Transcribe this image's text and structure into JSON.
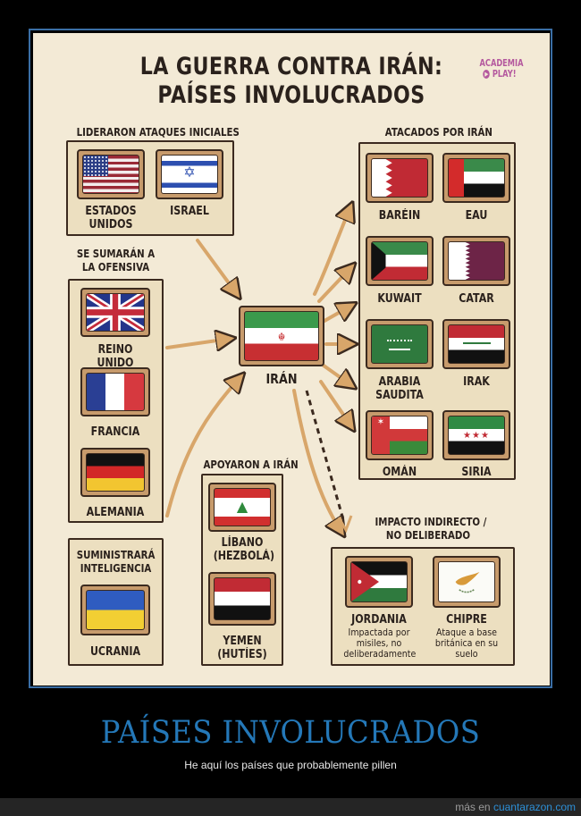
{
  "poster": {
    "title_line1": "LA GUERRA CONTRA IRÁN:",
    "title_line2": "PAÍSES INVOLUCRADOS",
    "logo_line1": "ACADEMIA",
    "logo_line2": "PLAY!",
    "center": {
      "name": "IRÁN"
    },
    "groups": {
      "lideraron": {
        "label": "LIDERARON ATAQUES INICIALES",
        "countries": [
          {
            "name_line1": "ESTADOS",
            "name_line2": "UNIDOS",
            "flag": "usa"
          },
          {
            "name_line1": "ISRAEL",
            "flag": "israel"
          }
        ]
      },
      "se_sumaran": {
        "label_line1": "SE SUMARÁN A",
        "label_line2": "LA OFENSIVA",
        "countries": [
          {
            "name": "REINO UNIDO",
            "flag": "uk"
          },
          {
            "name": "FRANCIA",
            "flag": "france"
          },
          {
            "name": "ALEMANIA",
            "flag": "germany"
          }
        ]
      },
      "inteligencia": {
        "label_line1": "SUMINISTRARÁ",
        "label_line2": "INTELIGENCIA",
        "countries": [
          {
            "name": "UCRANIA",
            "flag": "ukraine"
          }
        ]
      },
      "apoyaron": {
        "label": "APOYARON A IRÁN",
        "countries": [
          {
            "name_line1": "LÍBANO",
            "name_line2": "(HEZBOLÁ)",
            "flag": "lebanon"
          },
          {
            "name_line1": "YEMEN",
            "name_line2": "(HUTÍES)",
            "flag": "yemen"
          }
        ]
      },
      "atacados": {
        "label": "ATACADOS POR IRÁN",
        "countries": [
          {
            "name": "BARÉIN",
            "flag": "bahrain"
          },
          {
            "name": "EAU",
            "flag": "uae"
          },
          {
            "name": "KUWAIT",
            "flag": "kuwait"
          },
          {
            "name": "CATAR",
            "flag": "qatar"
          },
          {
            "name_line1": "ARABIA",
            "name_line2": "SAUDITA",
            "flag": "saudi"
          },
          {
            "name": "IRAK",
            "flag": "iraq"
          },
          {
            "name": "OMÁN",
            "flag": "oman"
          },
          {
            "name": "SIRIA",
            "flag": "syria"
          }
        ]
      },
      "indirecto": {
        "label_line1": "IMPACTO INDIRECTO /",
        "label_line2": "NO DELIBERADO",
        "countries": [
          {
            "name": "JORDANIA",
            "note_line1": "Impactada por",
            "note_line2": "misiles, no",
            "note_line3": "deliberadamente",
            "flag": "jordan"
          },
          {
            "name": "CHIPRE",
            "note_line1": "Ataque a base",
            "note_line2": "británica en su",
            "note_line3": "suelo",
            "flag": "cyprus"
          }
        ]
      }
    }
  },
  "caption": {
    "title": "PAÍSES INVOLUCRADOS",
    "subtitle": "He aquí los países que probablemente pillen"
  },
  "footer": {
    "prefix": "más en ",
    "link": "cuantarazon.com"
  },
  "colors": {
    "poster_bg": "#f3ead6",
    "box_bg": "#ecdfc0",
    "arrow": "#d8a66a",
    "caption_title": "#2478b8",
    "footer_link": "#2d8fd6"
  }
}
